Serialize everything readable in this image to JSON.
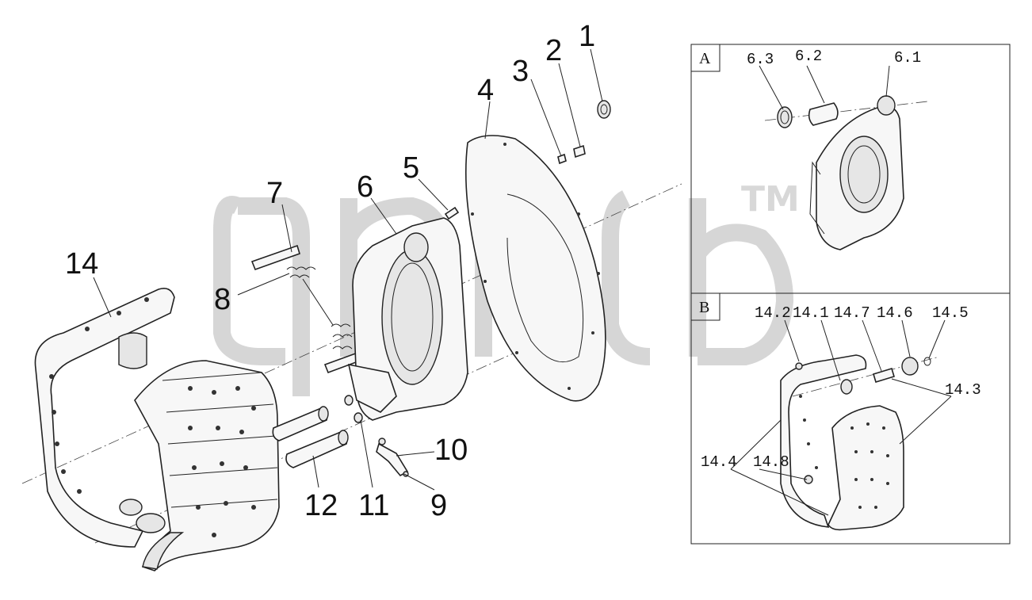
{
  "watermark": {
    "mark": "TM"
  },
  "callouts": {
    "c1": "1",
    "c2": "2",
    "c3": "3",
    "c4": "4",
    "c5": "5",
    "c6": "6",
    "c7": "7",
    "c8": "8",
    "c9": "9",
    "c10": "10",
    "c11": "11",
    "c12": "12",
    "c14": "14"
  },
  "detail_a": {
    "label": "A",
    "parts": {
      "p1": "6.3",
      "p2": "6.2",
      "p3": "6.1"
    }
  },
  "detail_b": {
    "label": "B",
    "parts": {
      "p1": "14.2",
      "p2": "14.1",
      "p3": "14.7",
      "p4": "14.6",
      "p5": "14.5",
      "p6": "14.3",
      "p7": "14.4",
      "p8": "14.8"
    }
  },
  "colors": {
    "line": "#222222",
    "watermark": "#d8d8d8",
    "background": "#ffffff"
  }
}
